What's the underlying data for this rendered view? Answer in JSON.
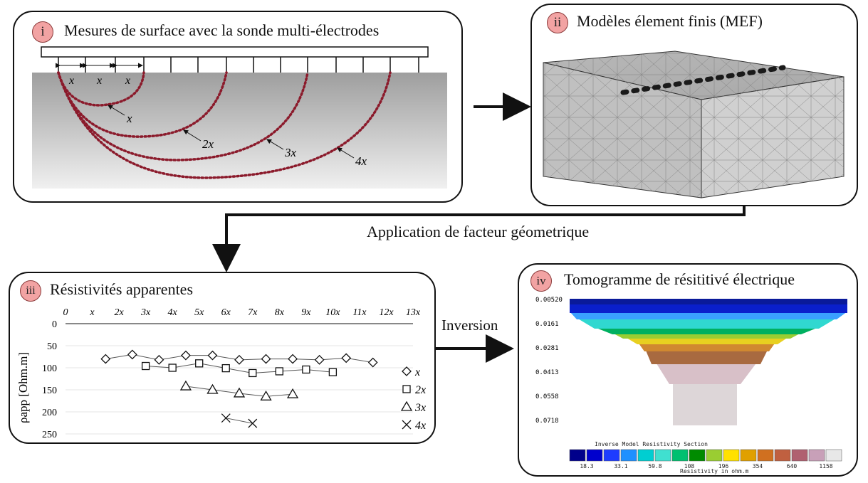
{
  "panels": {
    "i": {
      "badge": "i",
      "title": "Mesures de surface avec la sonde multi-électrodes",
      "spacing_labels": [
        "x",
        "x",
        "x"
      ],
      "depth_labels": [
        "x",
        "2x",
        "3x",
        "4x"
      ]
    },
    "ii": {
      "badge": "ii",
      "title": "Modèles élement finis (MEF)"
    },
    "iii": {
      "badge": "iii",
      "title": "Résistivités apparentes"
    },
    "iv": {
      "badge": "iv",
      "title": "Tomogramme de résititivé électrique",
      "depth_ticks": [
        "0.00520",
        "0.0161",
        "0.0281",
        "0.0413",
        "0.0558",
        "0.0718"
      ],
      "colorbar_title": "Inverse Model Resistivity Section",
      "colorbar_ticks": [
        "18.3",
        "33.1",
        "59.8",
        "108",
        "196",
        "354",
        "640",
        "1158"
      ],
      "colorbar_unit": "Resistivity in ohm.m",
      "colorbar_colors": [
        "#00008b",
        "#0000cd",
        "#1e3cff",
        "#1e90ff",
        "#00ced1",
        "#40e0d0",
        "#00c070",
        "#008b00",
        "#9acd32",
        "#ffe100",
        "#e0a000",
        "#d07020",
        "#c06040",
        "#b06070",
        "#c8a0b8",
        "#e8e8e8"
      ]
    }
  },
  "captions": {
    "geometric_factor": "Application de facteur géometrique",
    "inversion": "Inversion"
  },
  "chart_data": {
    "type": "scatter",
    "ylabel": "ρapp [Ohm.m]",
    "x_tick_labels": [
      "0",
      "x",
      "2x",
      "3x",
      "4x",
      "5x",
      "6x",
      "7x",
      "8x",
      "9x",
      "10x",
      "11x",
      "12x",
      "13x"
    ],
    "y_tick_labels": [
      "0",
      "50",
      "100",
      "150",
      "200",
      "250"
    ],
    "xlim": [
      0,
      13
    ],
    "ylim": [
      0,
      250
    ],
    "y_inverted": true,
    "legend_placement": "right",
    "series": [
      {
        "name": "x",
        "marker": "diamond",
        "x": [
          1.5,
          2.5,
          3.5,
          4.5,
          5.5,
          6.5,
          7.5,
          8.5,
          9.5,
          10.5,
          11.5
        ],
        "y": [
          80,
          70,
          82,
          72,
          72,
          82,
          80,
          80,
          82,
          78,
          88
        ]
      },
      {
        "name": "2x",
        "marker": "square",
        "x": [
          3,
          4,
          5,
          6,
          7,
          8,
          9,
          10
        ],
        "y": [
          96,
          100,
          90,
          101,
          112,
          108,
          104,
          110
        ]
      },
      {
        "name": "3x",
        "marker": "triangle",
        "x": [
          4.5,
          5.5,
          6.5,
          7.5,
          8.5
        ],
        "y": [
          142,
          150,
          158,
          165,
          160
        ]
      },
      {
        "name": "4x",
        "marker": "cross",
        "x": [
          6,
          7
        ],
        "y": [
          214,
          226
        ]
      }
    ]
  }
}
